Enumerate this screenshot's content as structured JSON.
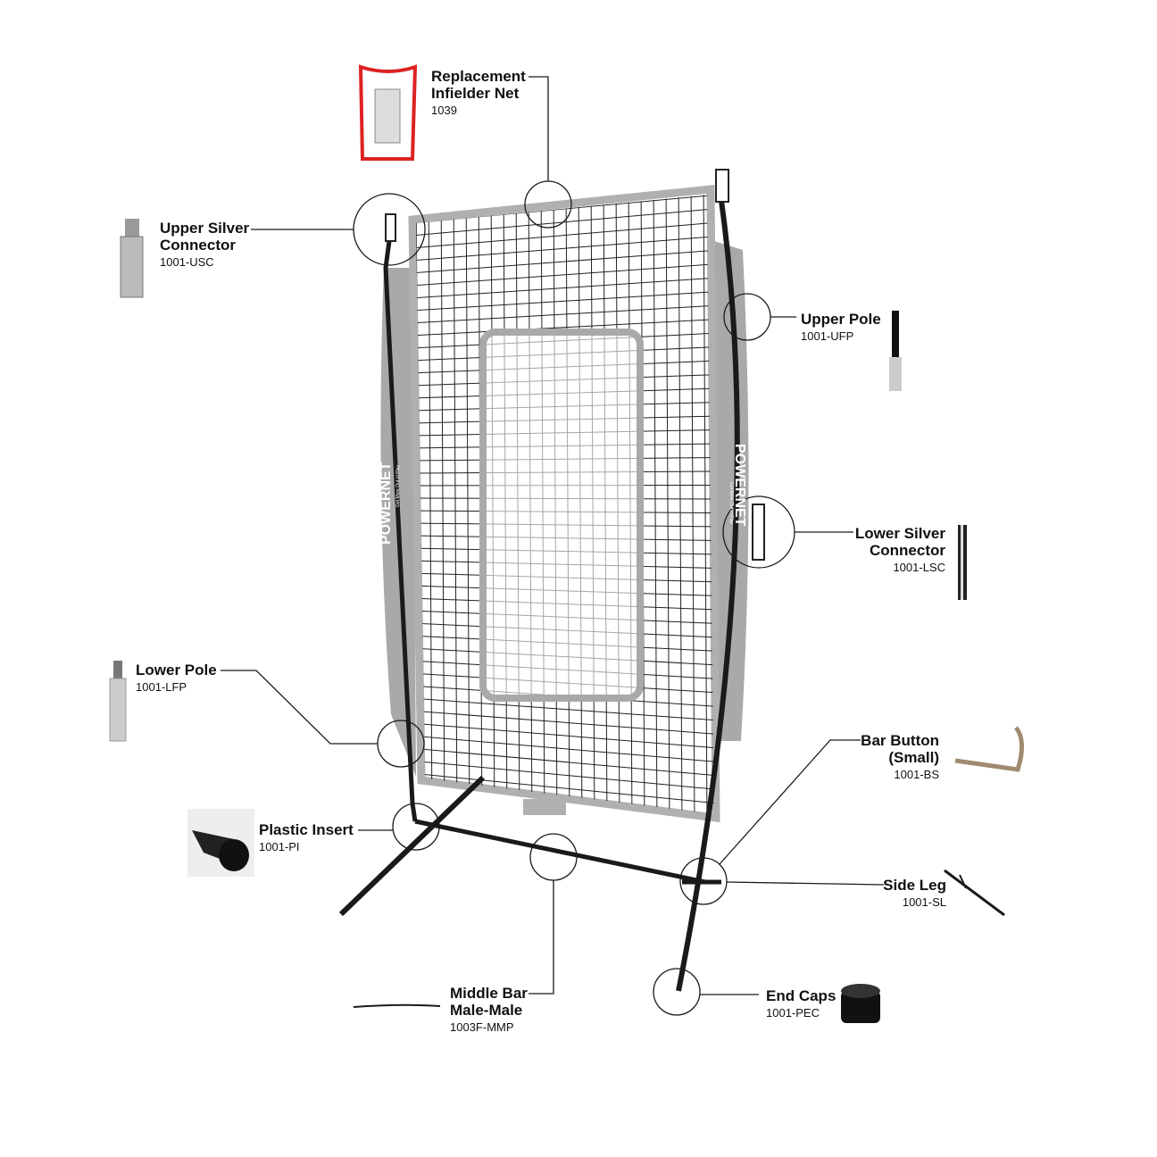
{
  "brand": {
    "logo": "POWERNET",
    "tagline": "Get More Out of Play"
  },
  "parts": [
    {
      "name": "Replacement Infielder Net",
      "line1": "Replacement",
      "line2": "Infielder Net",
      "code": "1039"
    },
    {
      "name": "Upper Silver Connector",
      "line1": "Upper Silver",
      "line2": "Connector",
      "code": "1001-USC"
    },
    {
      "name": "Upper Pole",
      "line1": "Upper Pole",
      "code": "1001-UFP"
    },
    {
      "name": "Lower Silver Connector",
      "line1": "Lower Silver",
      "line2": "Connector",
      "code": "1001-LSC"
    },
    {
      "name": "Lower Pole",
      "line1": "Lower Pole",
      "code": "1001-LFP"
    },
    {
      "name": "Bar Button (Small)",
      "line1": "Bar Button",
      "line2": "(Small)",
      "code": "1001-BS"
    },
    {
      "name": "Plastic Insert",
      "line1": "Plastic Insert",
      "code": "1001-PI"
    },
    {
      "name": "Side Leg",
      "line1": "Side Leg",
      "code": "1001-SL"
    },
    {
      "name": "Middle Bar Male-Male",
      "line1": "Middle Bar",
      "line2": "Male-Male",
      "code": "1003F-MMP"
    },
    {
      "name": "End Caps",
      "line1": "End Caps",
      "code": "1001-PEC"
    }
  ]
}
